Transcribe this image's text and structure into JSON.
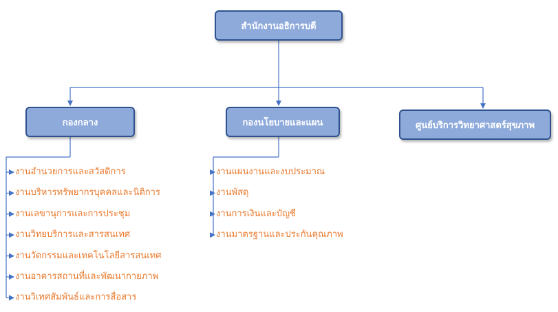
{
  "org_chart": {
    "root": {
      "label": "สำนักงานอธิการบดี"
    },
    "divisions": [
      {
        "label": "กองกลาง",
        "items": [
          "งานอำนวยการและสวัสดิการ",
          "งานบริหารทรัพยากรบุคคลและนิติการ",
          "งานเลขานุการและการประชุม",
          "งานวิทยบริการและสารสนเทศ",
          "งานวัตกรรมและเทคโนโลยีสารสนเทศ",
          "งานอาคารสถานที่และพัฒนากายภาพ",
          "งานวิเทศสัมพันธ์และการสื่อสาร"
        ]
      },
      {
        "label": "กองนโยบายและแผน",
        "items": [
          "งานแผนงานและงบประมาณ",
          "งานพัสดุ",
          "งานการเงินและบัญชี",
          "งานมาตรฐานและประกันคุณภาพ"
        ]
      },
      {
        "label": "ศูนย์บริการวิทยาศาสตร์สุขภาพ",
        "items": []
      }
    ]
  },
  "colors": {
    "box_fill": "#8eaadb",
    "box_border": "#2f528f",
    "box_text": "#ffffff",
    "connector": "#4472c4",
    "list_text": "#e97a2e"
  }
}
